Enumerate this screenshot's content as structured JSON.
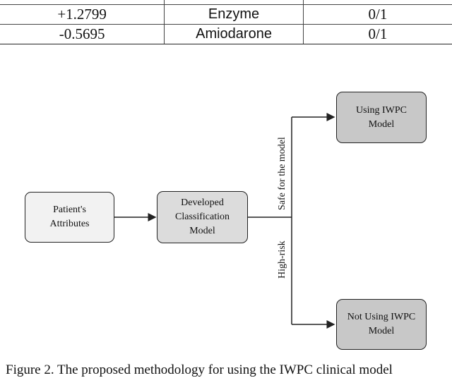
{
  "table": {
    "top_partial": {
      "coef": "",
      "variable": "",
      "values": ""
    },
    "rows": [
      {
        "coef": "+1.2799",
        "variable": "Enzyme",
        "values": "0/1"
      },
      {
        "coef": "-0.5695",
        "variable": "Amiodarone",
        "values": "0/1"
      }
    ]
  },
  "flowchart": {
    "patient_box": "Patient's\nAttributes",
    "classifier_box": "Developed\nClassification\nModel",
    "iwpc_box": "Using IWPC\nModel",
    "not_iwpc_box": "Not Using IWPC\nModel",
    "safe_label": "Safe for the model",
    "risk_label": "High-risk"
  },
  "caption": "Figure 2. The proposed methodology for using the IWPC clinical model"
}
